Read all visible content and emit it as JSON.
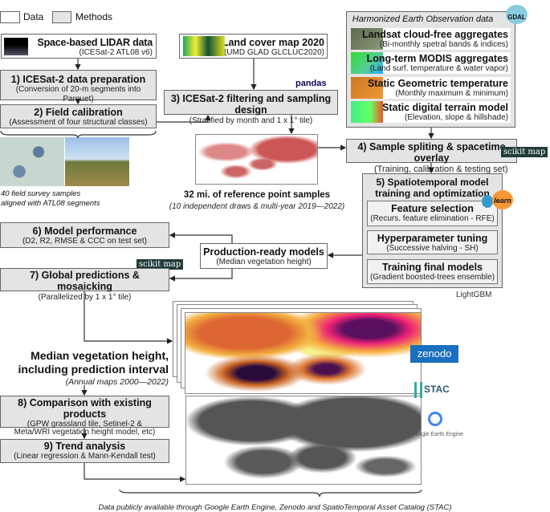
{
  "legend": {
    "data": "Data",
    "methods": "Methods"
  },
  "lidar": {
    "title": "Space-based LIDAR data",
    "sub": "(ICESat-2 ATL08 v6)"
  },
  "landcover": {
    "title": "Land cover map 2020",
    "sub": "(UMD GLAD GLCLUC2020)"
  },
  "step1": {
    "title": "1) ICESat-2 data preparation",
    "sub": "(Conversion of 20-m segments into Parquet)"
  },
  "step2": {
    "title": "2) Field calibration",
    "sub": "(Assessment of four structural classes)"
  },
  "field_caption": "40 field survey samples aligned with ATL08 segments",
  "step3": {
    "title": "3) ICESat-2 filtering and sampling design",
    "sub": "(Stratified by month and 1 x 1° tile)"
  },
  "samples": {
    "title": "32 mi. of reference point samples",
    "sub": "(10 independent draws & multi-year 2019—2022)"
  },
  "heo": {
    "title": "Harmonized Earth Observation data",
    "items": [
      {
        "title": "Landsat cloud-free aggregates",
        "sub": "(Bi-monthly spetral bands & indices)"
      },
      {
        "title": "Long-term MODIS aggregates",
        "sub": "(Land surf. temperature & water vapor)"
      },
      {
        "title": "Static Geometric temperature",
        "sub": "(Monthly maximum & minimum)"
      },
      {
        "title": "Static digital terrain model",
        "sub": "(Elevation, slope & hillshade)"
      }
    ]
  },
  "step4": {
    "title": "4) Sample spliting & spacetime overlay",
    "sub": "(Training, calibration & testing set)"
  },
  "step5": {
    "title": "5) Spatiotemporal model training and optimization",
    "subs": [
      {
        "title": "Feature selection",
        "sub": "(Recurs. feature elimination - RFE)"
      },
      {
        "title": "Hyperparameter tuning",
        "sub": "(Successive halving - SH)"
      },
      {
        "title": "Training final models",
        "sub": "(Gradient boosted-trees ensemble)"
      }
    ]
  },
  "step6": {
    "title": "6) Model performance",
    "sub": "(D2, R2, RMSE & CCC on test set)"
  },
  "production": {
    "title": "Production-ready models",
    "sub": "(Median vegetation height)"
  },
  "step7": {
    "title": "7) Global predictions & mosaicking",
    "sub": "(Parallelized by 1 x 1° tile)"
  },
  "output": {
    "title": "Median vegetation height, including prediction interval",
    "sub": "(Annual maps 2000—2022)"
  },
  "step8": {
    "title": "8) Comparison with existing products",
    "sub": "(GPW grassland tile, Setinel-2 & Meta/WRI vegetation height model, etc)"
  },
  "step9": {
    "title": "9) Trend analysis",
    "sub": "(Linear regression & Mann-Kendall test)"
  },
  "footer": "Data publicly available through Google Earth Engine, Zenodo and SpatioTemporal Asset Catalog (STAC)",
  "logos": {
    "gdal": "GDAL",
    "pandas": "pandas",
    "scikit_map": "scikit map",
    "sklearn": "learn",
    "lightgbm": "LightGBM",
    "zenodo": "zenodo",
    "stac": "STAC",
    "gee": "Google Earth Engine"
  }
}
